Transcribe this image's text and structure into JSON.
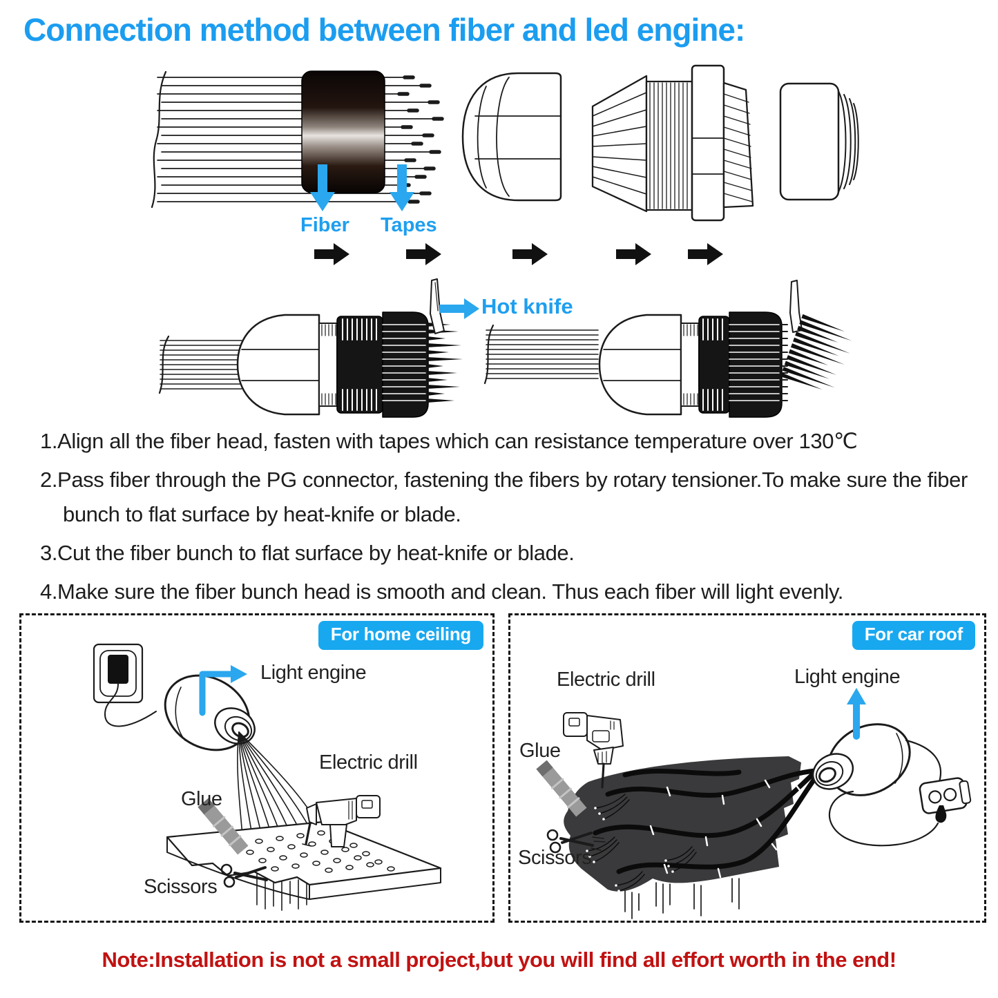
{
  "title": "Connection method between fiber and led engine:",
  "colors": {
    "accent_blue": "#1E9FEF",
    "badge_blue": "#18A8F0",
    "note_red": "#C11212",
    "ink": "#1A1A1A",
    "roof_gray": "#3A3A3C"
  },
  "diagram": {
    "fiber_label": "Fiber",
    "tapes_label": "Tapes",
    "hot_knife_label": "Hot knife"
  },
  "steps": [
    "1.Align all the fiber head, fasten with tapes which can resistance temperature over 130℃",
    "2.Pass fiber through the PG connector, fastening the fibers by rotary tensioner.To make sure the fiber bunch to flat surface by heat-knife or blade.",
    "3.Cut the fiber bunch to flat surface by heat-knife or blade.",
    "4.Make sure the fiber bunch head is smooth and clean. Thus each fiber will light evenly."
  ],
  "panels": {
    "home": {
      "badge": "For home ceiling",
      "light_engine_label": "Light engine",
      "electric_drill_label": "Electric drill",
      "glue_label": "Glue",
      "scissors_label": "Scissors"
    },
    "car": {
      "badge": "For car roof",
      "light_engine_label": "Light engine",
      "electric_drill_label": "Electric drill",
      "glue_label": "Glue",
      "scissors_label": "Scissors"
    }
  },
  "note": "Note:Installation is not a small project,but you will find all effort worth in the end!"
}
